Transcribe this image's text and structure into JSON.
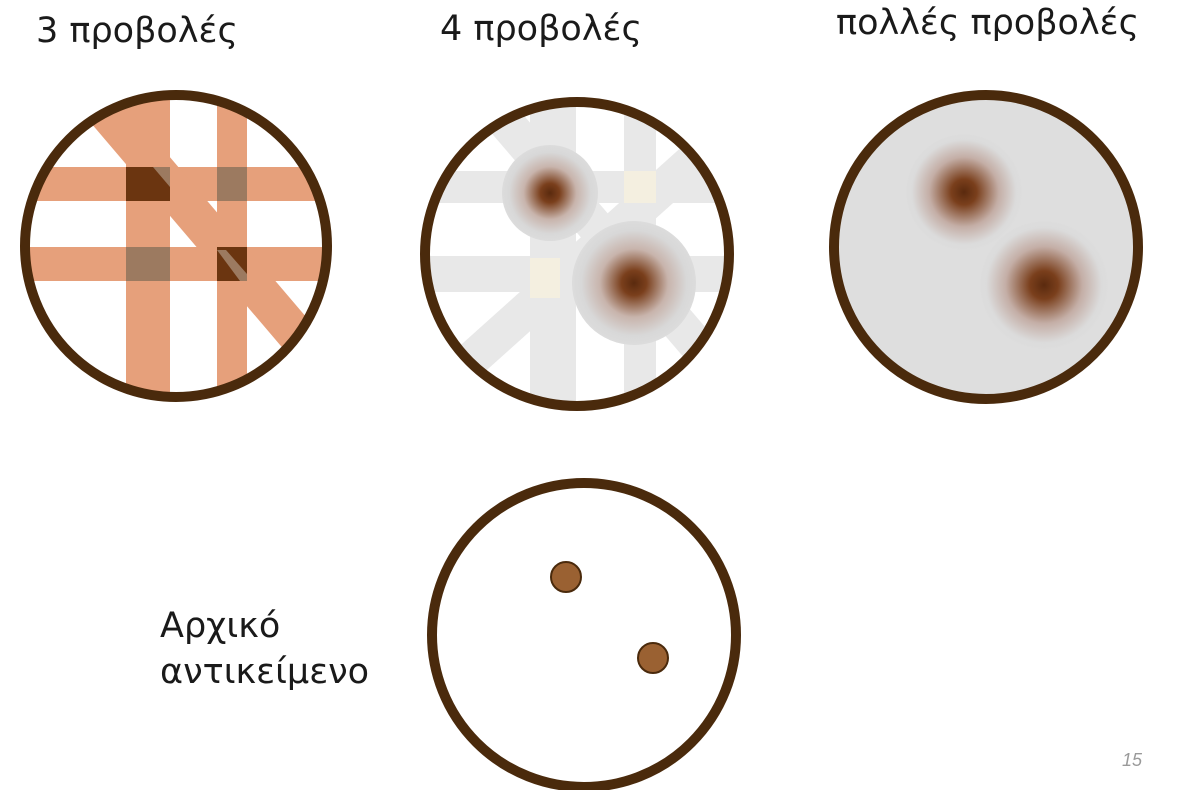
{
  "labels": {
    "three_projections": "3 προβολές",
    "four_projections": "4 προβολές",
    "many_projections": "πολλές προβολές",
    "original_object_line1": "Αρχικό",
    "original_object_line2": "αντικείμενο"
  },
  "page_number": "15",
  "colors": {
    "circle_outline": "#4a2a0c",
    "projection_band": "#e6a07b",
    "overlap_dark": "#6b3510",
    "overlap_mid": "#9c7a60",
    "faded_band": "#e8e8e8",
    "reconstruction_fill": "#dedede",
    "object_dot": "#9a6132"
  }
}
